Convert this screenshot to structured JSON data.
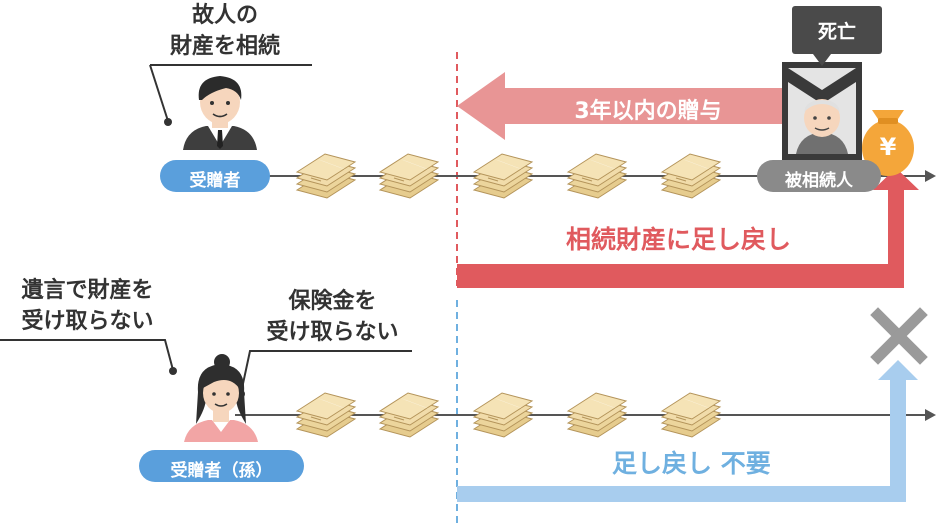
{
  "top_person": {
    "caption_line1": "故人の",
    "caption_line2": "財産を相続",
    "label": "受贈者"
  },
  "bottom_person": {
    "caption_a_line1": "遺言で財産を",
    "caption_a_line2": "受け取らない",
    "caption_b_line1": "保険金を",
    "caption_b_line2": "受け取らない",
    "label": "受贈者（孫）"
  },
  "deceased": {
    "tag": "死亡",
    "label": "被相続人"
  },
  "gift_arrow": {
    "label": "3年以内の贈与"
  },
  "result_top": {
    "label": "相続財産に足し戻し"
  },
  "result_bottom": {
    "label": "足し戻し 不要"
  },
  "yen_symbol": "¥",
  "colors": {
    "red": "#e05a5e",
    "pink": "#e89595",
    "blue": "#6fb0e0",
    "light_blue": "#a8cdee",
    "label_blue": "#5a9fdc",
    "gray": "#8a8a8a",
    "dark_gray": "#4a4a4a",
    "money": "#e8cf94",
    "bag": "#f4a63a"
  }
}
